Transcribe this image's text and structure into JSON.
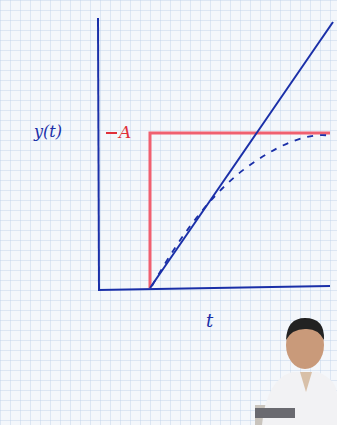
{
  "diagram": {
    "labels": [
      "y(t)",
      "A",
      "t"
    ]
  }
}
